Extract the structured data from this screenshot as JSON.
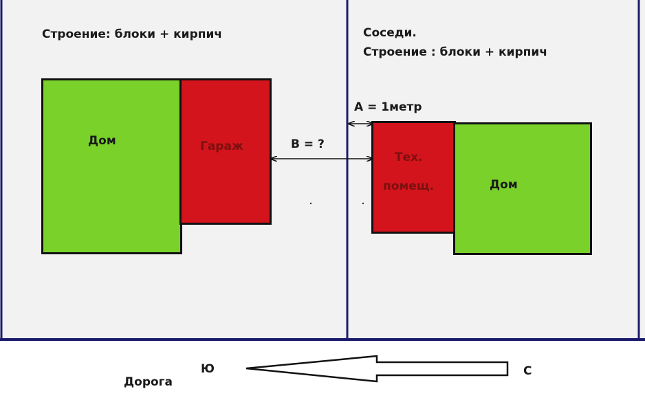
{
  "left_plot": {
    "title": "Строение: блоки + кирпич",
    "house_label": "Дом",
    "garage_label": "Гараж"
  },
  "right_plot": {
    "title_line1": "Соседи.",
    "title_line2": "Строение : блоки + кирпич",
    "utility_label_line1": "Тех.",
    "utility_label_line2": "помещ.",
    "house_label": "Дом"
  },
  "dimensions": {
    "a_label": "A = 1метр",
    "b_label": "B = ?"
  },
  "road": {
    "label": "Дорога",
    "south": "Ю",
    "north": "С"
  },
  "colors": {
    "house": "#79d12a",
    "outbuilding": "#d4141c",
    "boundary": "#1c1c6e",
    "outline": "#111111"
  }
}
